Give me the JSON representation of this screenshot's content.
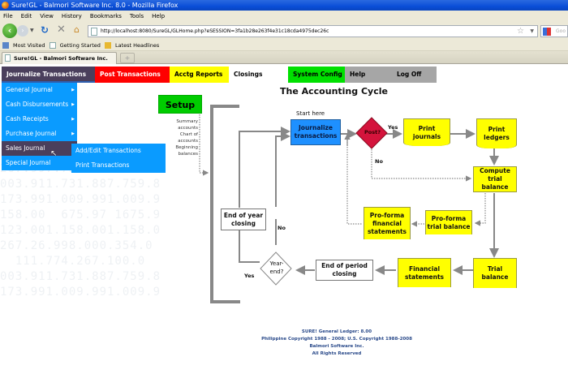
{
  "browser": {
    "window_title": "Sure!GL - Balmori Software Inc. 8.0 - Mozilla Firefox",
    "menu": [
      "File",
      "Edit",
      "View",
      "History",
      "Bookmarks",
      "Tools",
      "Help"
    ],
    "url": "http://localhost:8080/SureGL/GLHome.php?eSESSION=3fa1b28e263f4e31c18cda4975dec26c",
    "search_placeholder": "Goo",
    "bookmarks": [
      "Most Visited",
      "Getting Started",
      "Latest Headlines"
    ],
    "tab_title": "Sure!GL - Balmori Software Inc. 8.0",
    "new_tab": "+"
  },
  "main_menu": {
    "items": [
      {
        "label": "Journalize Transactions",
        "color": "#4a3f5c"
      },
      {
        "label": "Post Transactions",
        "color": "#ff0000"
      },
      {
        "label": "Acctg Reports",
        "color": "#ffff00"
      },
      {
        "label": "Closings",
        "color": "#ffffff"
      },
      {
        "label": "System Config",
        "color": "#00e000"
      },
      {
        "label": "Help",
        "color": "#a6a6a6"
      },
      {
        "label": "Log Off",
        "color": "#a6a6a6"
      }
    ]
  },
  "dropdown": {
    "items": [
      "General Journal",
      "Cash Disbursements",
      "Cash Receipts",
      "Purchase Journal",
      "Sales Journal",
      "Special Journal"
    ],
    "active": "Sales Journal",
    "submenu": [
      "Add/Edit Transactions",
      "Print Transactions"
    ]
  },
  "diagram": {
    "title": "The Accounting Cycle",
    "setup": "Setup",
    "setup_notes": [
      "Summary accounts",
      "Chart of accounts",
      "Beginning balances"
    ],
    "start_here": "Start here",
    "journalize": "Journalize transactions",
    "post": "Post?",
    "yes": "Yes",
    "no": "No",
    "print_journals": "Print journals",
    "print_ledgers": "Print ledgers",
    "compute_trial_balance": "Compute trial balance",
    "proforma_trial_balance": "Pro-forma trial balance",
    "proforma_financial_statements": "Pro-forma financial statements",
    "trial_balance": "Trial balance",
    "financial_statements": "Financial statements",
    "end_of_period_closing": "End of period closing",
    "year_end": "Year-end?",
    "end_of_year_closing": "End of year closing"
  },
  "footer": {
    "lines": [
      "SURE! General Ledger: 8.00",
      "Philippine Copyright 1988 - 2008; U.S. Copyright 1988-2008",
      "Balmori Software Inc.",
      "All Rights Reserved"
    ]
  }
}
